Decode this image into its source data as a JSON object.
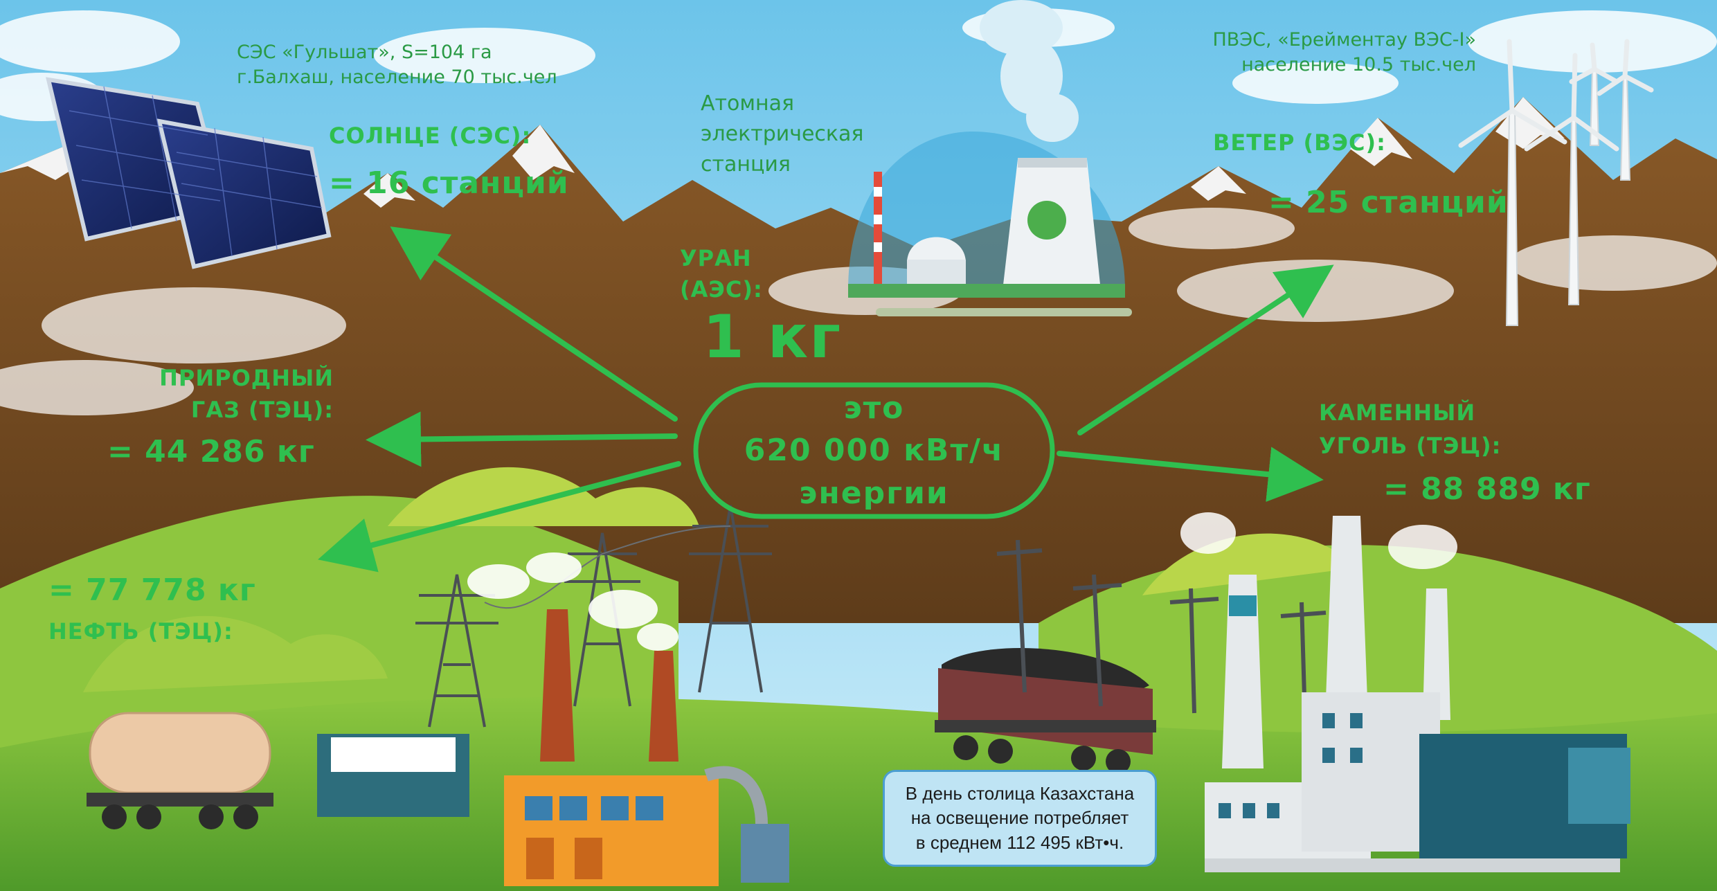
{
  "solar": {
    "caption_line1": "СЭС «Гульшат», S=104 га",
    "caption_line2": "г.Балхаш, население 70 тыс.чел",
    "title": "СОЛНЦЕ (СЭС):",
    "value": "= 16 станций"
  },
  "nuclear": {
    "caption_line1": "Атомная",
    "caption_line2": "электрическая",
    "caption_line3": "станция",
    "title_line1": "УРАН",
    "title_line2": "(АЭС):",
    "value": "1 кг"
  },
  "wind": {
    "caption_line1": "ПВЭС, «Ерейментау ВЭС-I»",
    "caption_line2": "население 10.5 тыс.чел",
    "title": "ВЕТЕР (ВЭС):",
    "value": "= 25 станций"
  },
  "gas": {
    "title_line1": "ПРИРОДНЫЙ",
    "title_line2": "ГАЗ (ТЭЦ):",
    "value": "= 44 286 кг"
  },
  "oil": {
    "value": "= 77 778 кг",
    "title": "НЕФТЬ (ТЭЦ):"
  },
  "coal": {
    "title_line1": "КАМЕННЫЙ",
    "title_line2": "УГОЛЬ (ТЭЦ):",
    "value": "= 88 889 кг"
  },
  "center": {
    "line1": "это",
    "line2": "620 000 кВт/ч",
    "line3": "энергии"
  },
  "info": {
    "line1": "В день столица Казахстана",
    "line2": "на освещение потребляет",
    "line3": "в среднем 112 495 кВт•ч."
  },
  "colors": {
    "accent_green": "#2fbf4f",
    "sky": "#8fd3ef",
    "mountain": "#7a5024",
    "snow": "#f3f3f3",
    "hill_green": "#7dbb3a",
    "info_box_border": "#4b9ed1"
  }
}
